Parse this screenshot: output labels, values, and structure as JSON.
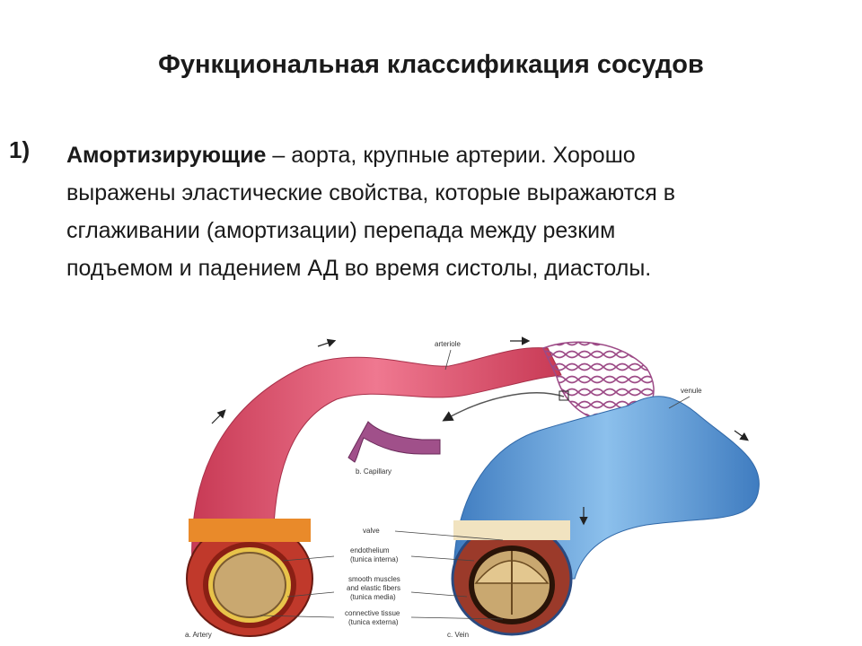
{
  "slide": {
    "title": "Функциональная классификация сосудов",
    "item_number": "1)",
    "item_term": "Амортизирующие",
    "item_line1_rest": " – аорта, крупные артерии. Хорошо",
    "item_line2": "выражены эластические свойства, которые выражаются в",
    "item_line3": "сглаживании (амортизации) перепада между резким",
    "item_line4": "подъемом  и падением АД во время систолы, диастолы."
  },
  "figure": {
    "labels": {
      "arteriole": "arteriole",
      "venule": "venule",
      "capillary": "b. Capillary",
      "valve": "valve",
      "endothelium": "endothelium",
      "tunica_interna": "(tunica interna)",
      "smooth_muscles": "smooth muscles",
      "elastic_fibers": "and elastic fibers",
      "tunica_media": "(tunica media)",
      "connective_tissue": "connective tissue",
      "tunica_externa": "(tunica externa)",
      "artery": "a. Artery",
      "vein": "c. Vein"
    },
    "colors": {
      "artery": "#e0566e",
      "vein": "#5a98d6",
      "capillary": "#a0508a",
      "muscle": "#b0392c",
      "connective": "#e98a2a",
      "lumen": "#c9a870"
    }
  }
}
